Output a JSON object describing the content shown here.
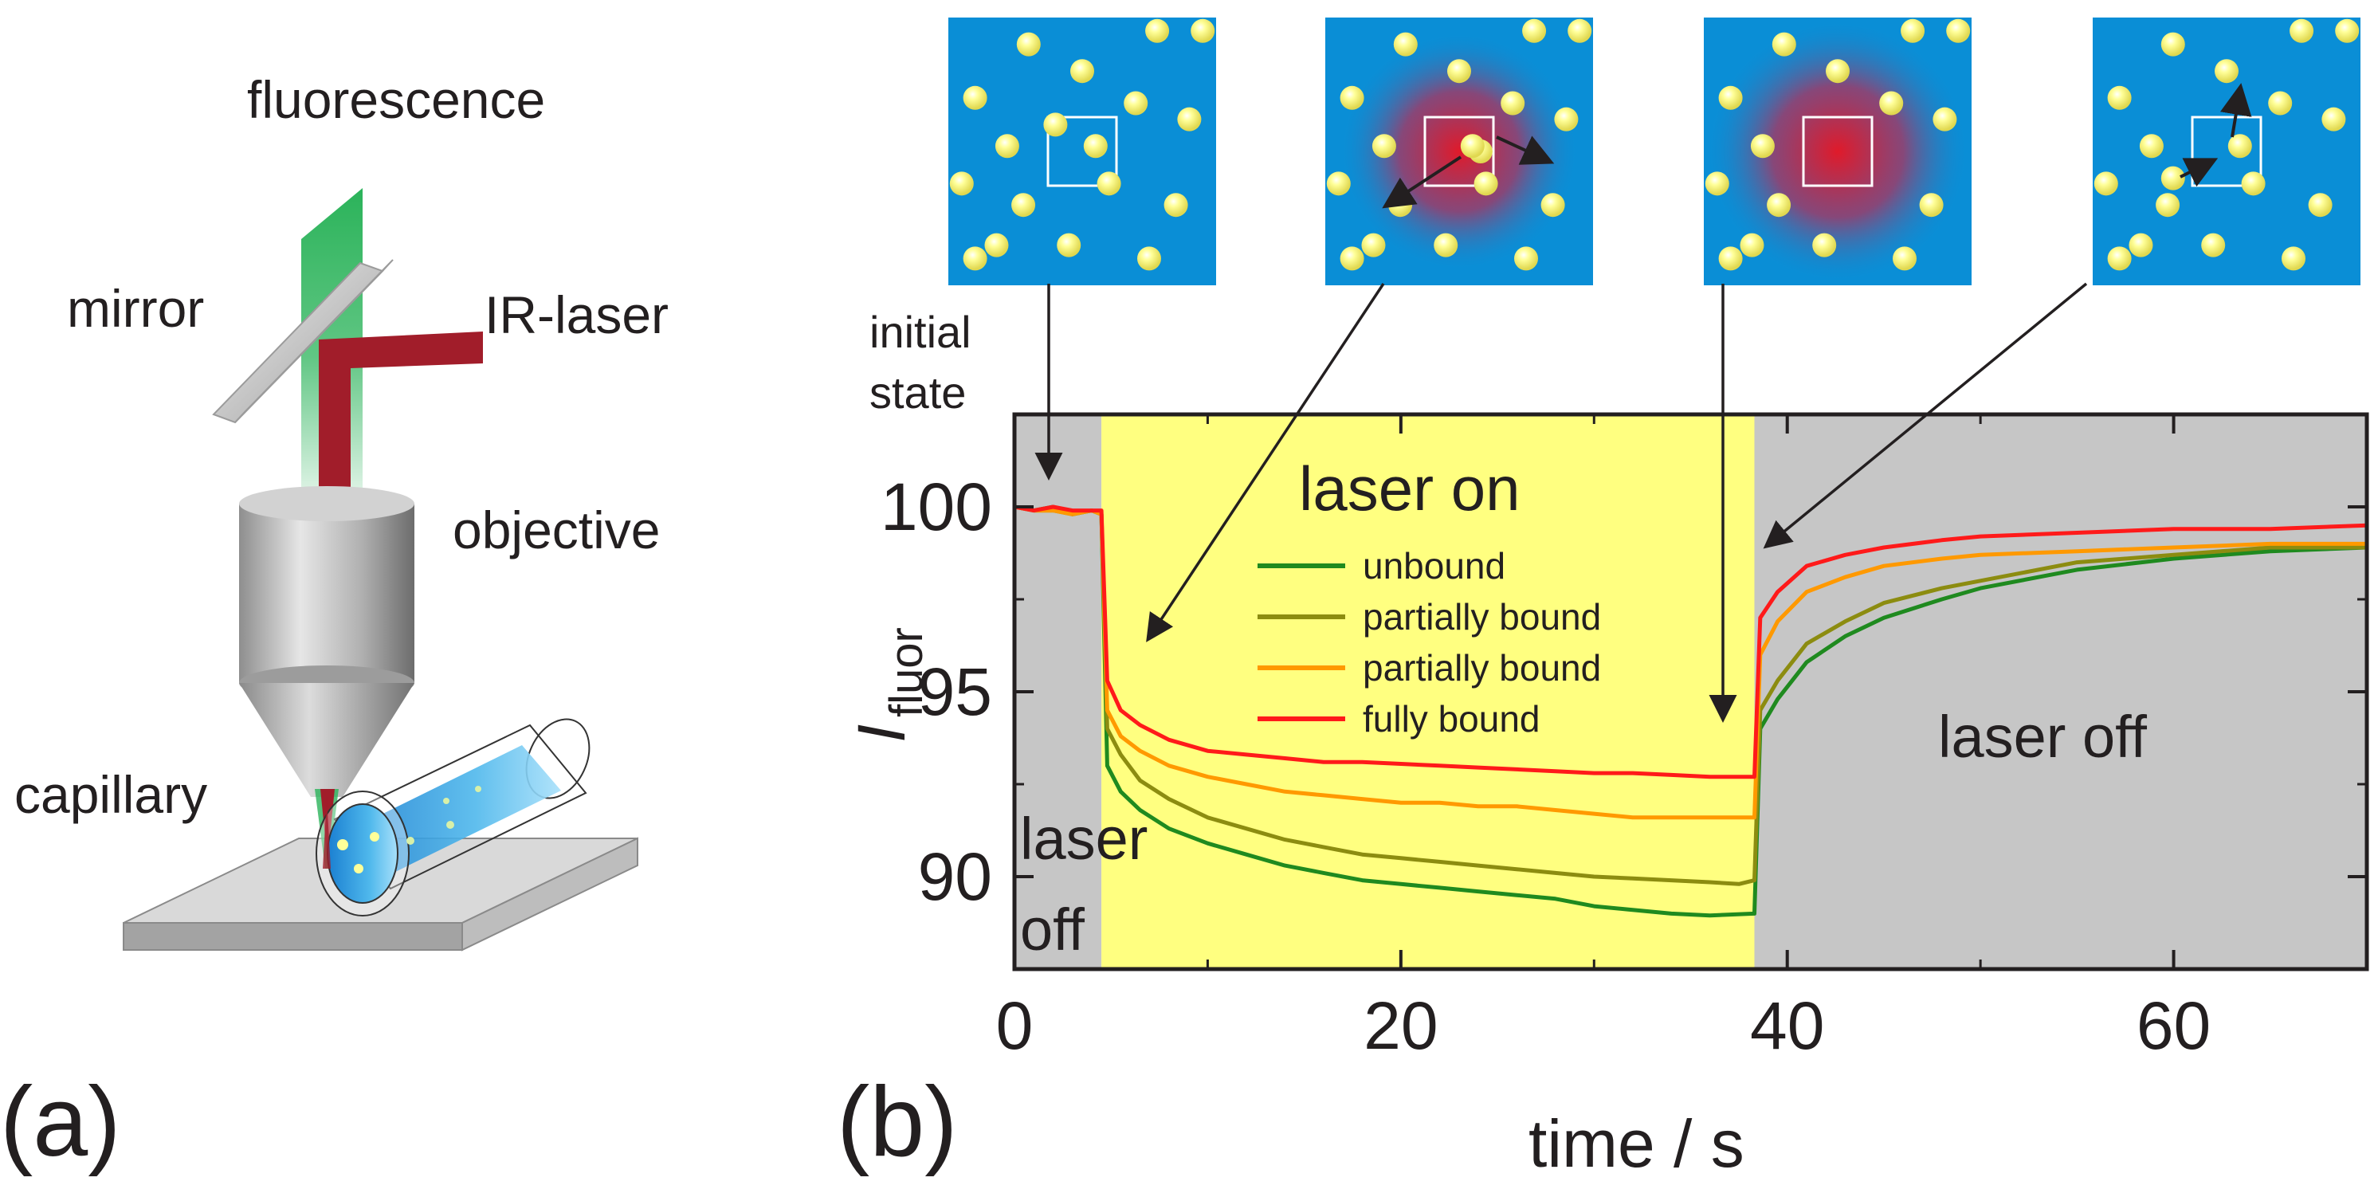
{
  "panel_a": {
    "label": "(a)",
    "fluorescence_label": "fluorescence",
    "mirror_label": "mirror",
    "ir_laser_label": "IR-laser",
    "objective_label": "objective",
    "capillary_label": "capillary"
  },
  "panel_b": {
    "label": "(b)",
    "initial_state_label": [
      "initial",
      "state"
    ],
    "laser_on_label": "laser on",
    "laser_off_right_label": "laser off",
    "laser_off_left_label": [
      "laser",
      "off"
    ]
  },
  "colors": {
    "unbound": "#1f8a1f",
    "partially_bound_1": "#8c8c10",
    "partially_bound_2": "#ff9900",
    "fully_bound": "#ff1a1a",
    "laser_on_region": "#ffff80",
    "laser_off_region": "#c6c6c6",
    "inset_background": "#0a8ed6",
    "particle": "#ffff66",
    "heat_spot": "#e01a2a"
  },
  "chart_data": {
    "type": "line",
    "xlabel": "time / s",
    "ylabel_main": "I",
    "ylabel_sub": "fluor",
    "xlim": [
      0,
      70
    ],
    "ylim": [
      87.5,
      102.5
    ],
    "xticks": [
      0,
      20,
      40,
      60
    ],
    "yticks": [
      90,
      95,
      100
    ],
    "regions": [
      {
        "name": "laser off",
        "x": [
          0,
          4.5
        ]
      },
      {
        "name": "laser on",
        "x": [
          4.5,
          38.3
        ]
      },
      {
        "name": "laser off",
        "x": [
          38.3,
          70
        ]
      }
    ],
    "legend_placement": "center-left",
    "series": [
      {
        "name": "unbound",
        "color_key": "unbound",
        "x": [
          0,
          1,
          2,
          3,
          4,
          4.5,
          4.8,
          5.5,
          6.5,
          8,
          10,
          12,
          14,
          16,
          18,
          20,
          22,
          24,
          26,
          28,
          30,
          32,
          34,
          36,
          38.3,
          38.6,
          39.5,
          41,
          43,
          45,
          48,
          50,
          55,
          60,
          65,
          70
        ],
        "y": [
          100.0,
          99.9,
          100.0,
          99.8,
          99.9,
          99.8,
          93.0,
          92.3,
          91.8,
          91.3,
          90.9,
          90.6,
          90.3,
          90.1,
          89.9,
          89.8,
          89.7,
          89.6,
          89.5,
          89.4,
          89.2,
          89.1,
          89.0,
          88.95,
          89.0,
          94.0,
          94.8,
          95.8,
          96.5,
          97.0,
          97.5,
          97.8,
          98.3,
          98.6,
          98.8,
          98.9
        ]
      },
      {
        "name": "partially bound",
        "color_key": "partially_bound_1",
        "x": [
          0,
          1,
          2,
          3,
          4,
          4.5,
          4.8,
          5.5,
          6.5,
          8,
          10,
          12,
          14,
          16,
          18,
          20,
          22,
          24,
          26,
          28,
          30,
          32,
          34,
          36,
          37.5,
          38.3,
          38.6,
          39.5,
          41,
          43,
          45,
          48,
          50,
          55,
          60,
          65,
          70
        ],
        "y": [
          100.0,
          99.9,
          99.9,
          99.8,
          99.9,
          99.8,
          94.0,
          93.3,
          92.6,
          92.1,
          91.6,
          91.3,
          91.0,
          90.8,
          90.6,
          90.5,
          90.4,
          90.3,
          90.2,
          90.1,
          90.0,
          89.95,
          89.9,
          89.85,
          89.8,
          89.9,
          94.5,
          95.3,
          96.3,
          96.9,
          97.4,
          97.8,
          98.0,
          98.5,
          98.7,
          98.9,
          98.9
        ]
      },
      {
        "name": "partially bound",
        "color_key": "partially_bound_2",
        "x": [
          0,
          1,
          2,
          3,
          4,
          4.5,
          4.8,
          5.5,
          6.5,
          8,
          10,
          12,
          14,
          16,
          18,
          20,
          22,
          24,
          26,
          28,
          30,
          32,
          34,
          36,
          38.3,
          38.6,
          39.5,
          41,
          43,
          45,
          48,
          50,
          55,
          60,
          65,
          70
        ],
        "y": [
          100.0,
          99.9,
          99.9,
          99.8,
          99.9,
          99.8,
          94.5,
          93.8,
          93.4,
          93.0,
          92.7,
          92.5,
          92.3,
          92.2,
          92.1,
          92.0,
          92.0,
          91.9,
          91.9,
          91.8,
          91.7,
          91.6,
          91.6,
          91.6,
          91.6,
          96.0,
          96.9,
          97.7,
          98.1,
          98.4,
          98.6,
          98.7,
          98.8,
          98.9,
          99.0,
          99.0
        ]
      },
      {
        "name": "fully bound",
        "color_key": "fully_bound",
        "x": [
          0,
          1,
          2,
          3,
          4,
          4.5,
          4.8,
          5.5,
          6.5,
          8,
          10,
          12,
          14,
          16,
          18,
          20,
          22,
          24,
          26,
          28,
          30,
          32,
          34,
          36,
          38.3,
          38.6,
          39.5,
          41,
          43,
          45,
          48,
          50,
          55,
          60,
          65,
          70
        ],
        "y": [
          100.0,
          99.9,
          100.0,
          99.9,
          99.9,
          99.9,
          95.3,
          94.5,
          94.1,
          93.7,
          93.4,
          93.3,
          93.2,
          93.1,
          93.1,
          93.05,
          93.0,
          92.95,
          92.9,
          92.85,
          92.8,
          92.8,
          92.75,
          92.7,
          92.7,
          97.0,
          97.7,
          98.4,
          98.7,
          98.9,
          99.1,
          99.2,
          99.3,
          99.4,
          99.4,
          99.5
        ]
      }
    ]
  }
}
